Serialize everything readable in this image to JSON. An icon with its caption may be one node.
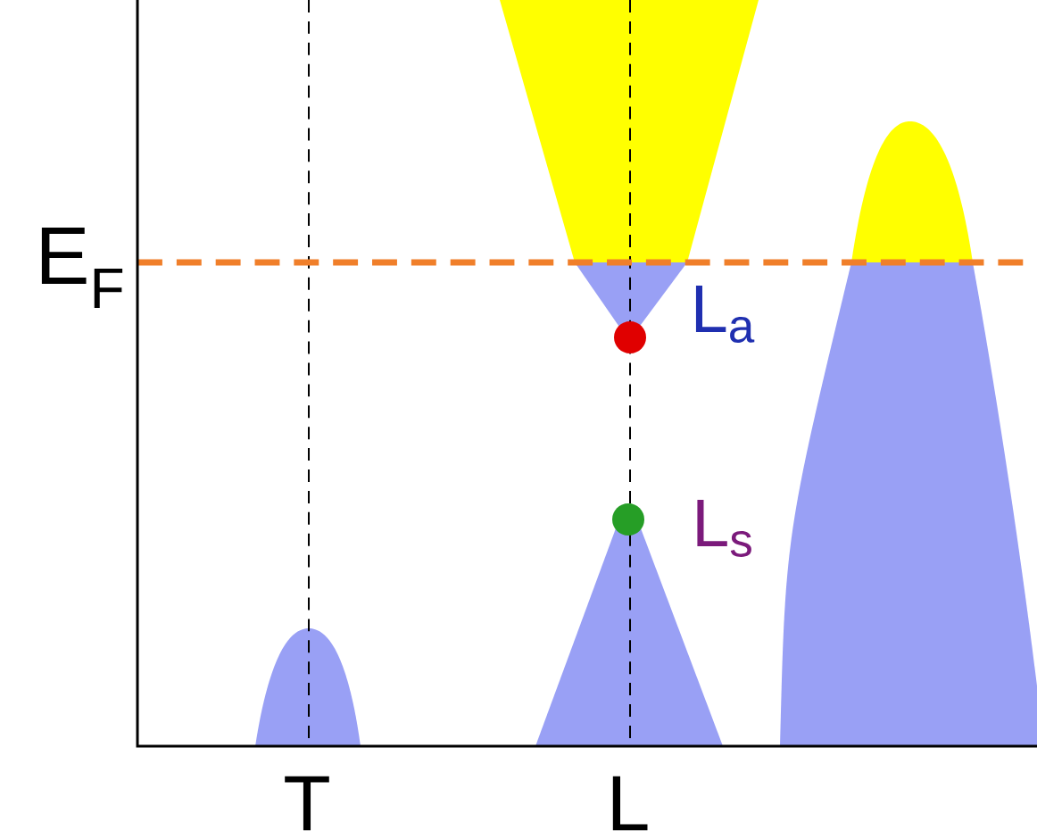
{
  "diagram": {
    "labels": [
      "E$_{F}$",
      "L$_{a}$",
      "L$_{s}$",
      "T",
      "L"
    ]
  }
}
